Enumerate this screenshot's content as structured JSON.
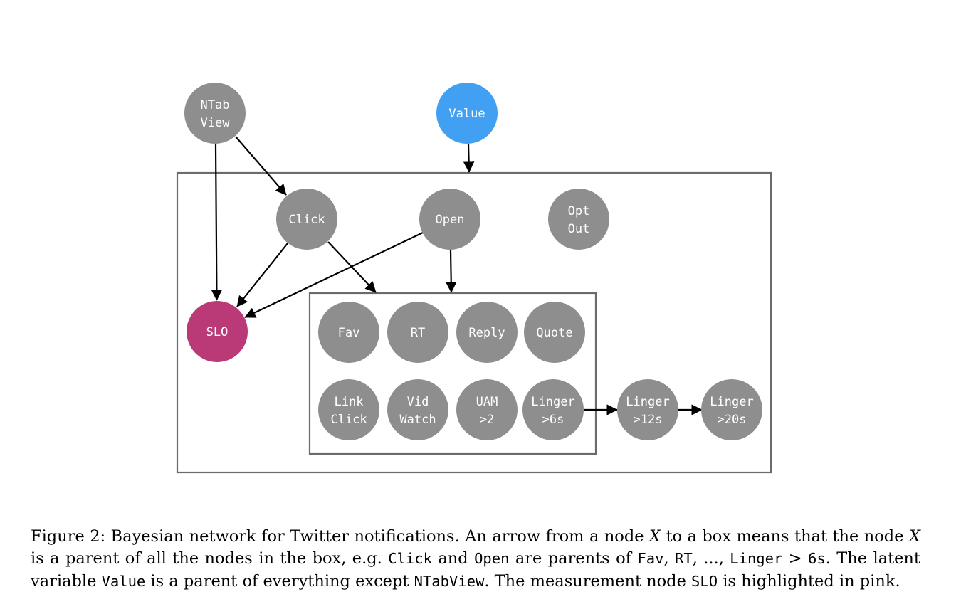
{
  "colors": {
    "node_default": "#8e8e8e",
    "node_latent": "#42a0f3",
    "node_measurement": "#b93a77",
    "edge": "#000000",
    "plate_border": "#6b6b6b"
  },
  "nodes": {
    "ntabview": [
      "NTab",
      "View"
    ],
    "value": [
      "Value"
    ],
    "click": [
      "Click"
    ],
    "open": [
      "Open"
    ],
    "optout": [
      "Opt",
      "Out"
    ],
    "slo": [
      "SLO"
    ],
    "fav": [
      "Fav"
    ],
    "rt": [
      "RT"
    ],
    "reply": [
      "Reply"
    ],
    "quote": [
      "Quote"
    ],
    "linkclick": [
      "Link",
      "Click"
    ],
    "vidwatch": [
      "Vid",
      "Watch"
    ],
    "uam": [
      "UAM",
      ">2"
    ],
    "linger6": [
      "Linger",
      ">6s"
    ],
    "linger12": [
      "Linger",
      ">12s"
    ],
    "linger20": [
      "Linger",
      ">20s"
    ]
  },
  "caption": {
    "p1": "Figure 2: Bayesian network for Twitter notifications. An arrow from a node ",
    "x1": "X",
    "p2": " to a box means that the node ",
    "x2": "X",
    "p3": " is a parent of all the nodes in the box, e.g. ",
    "m_click": "Click",
    "p4": " and ",
    "m_open": "Open",
    "p5": " are parents of ",
    "m_fav": "Fav",
    "p6": ", ",
    "m_rt": "RT",
    "p7": ", ..., ",
    "m_linger": "Linger",
    "p8": " > ",
    "m_6s": "6s",
    "p9": ". The latent variable ",
    "m_value": "Value",
    "p10": " is a parent of everything except ",
    "m_ntabview": "NTabView",
    "p11": ". The measurement node ",
    "m_slo": "SLO",
    "p12": " is highlighted in pink."
  }
}
